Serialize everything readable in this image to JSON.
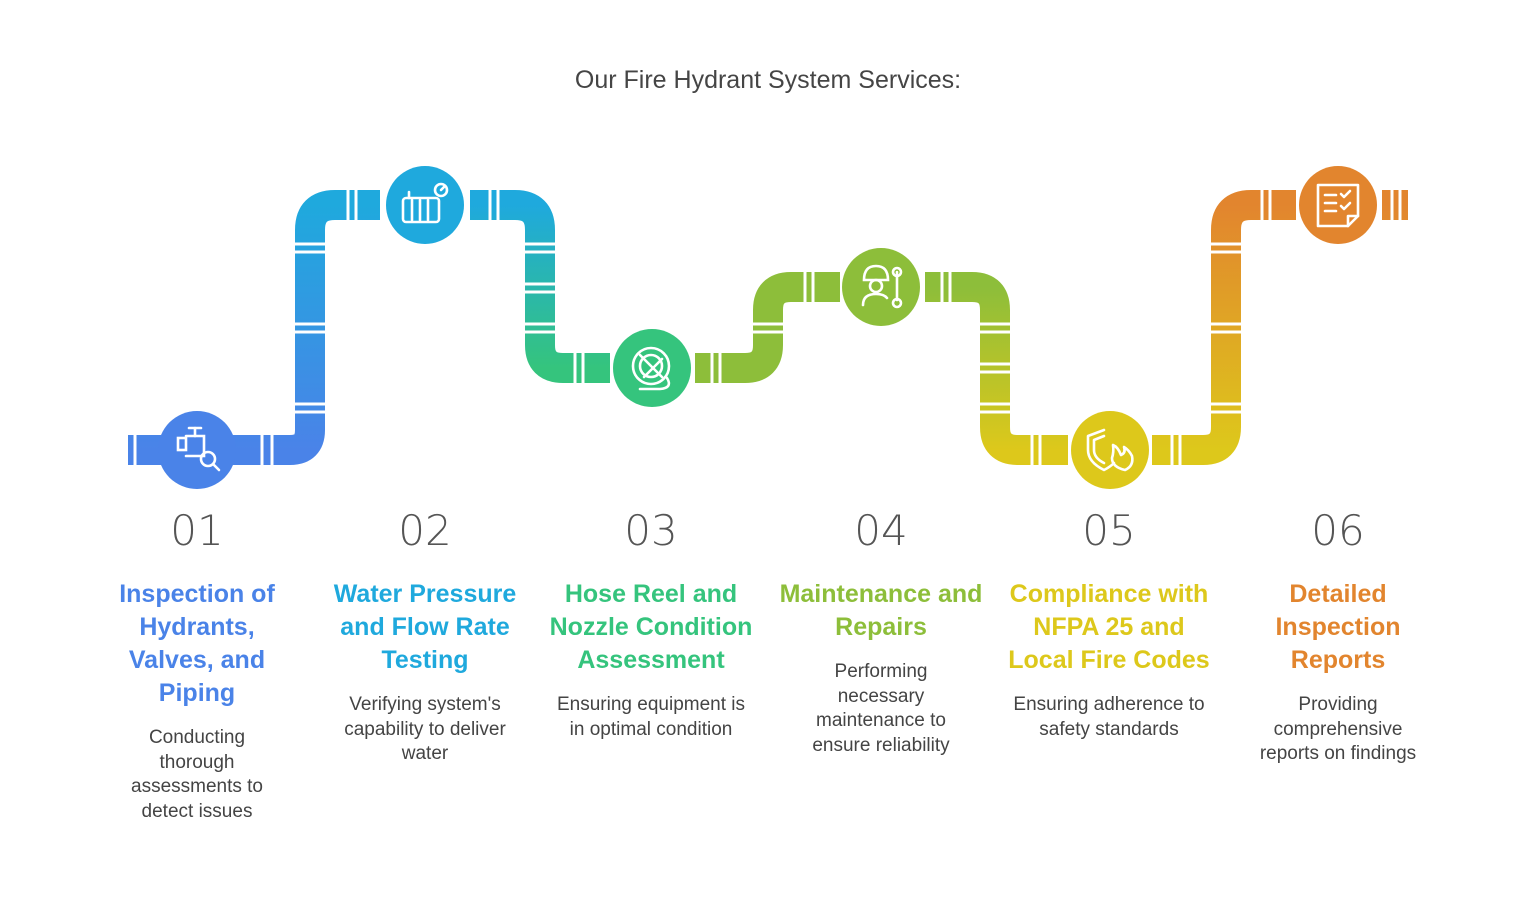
{
  "title": "Our Fire Hydrant System Services:",
  "steps": [
    {
      "number": "01",
      "heading": "Inspection of Hydrants, Valves, and Piping",
      "description": "Conducting thorough assessments to detect issues",
      "color": "#4A83E8",
      "icon": "hydrant-valve-magnifier-icon"
    },
    {
      "number": "02",
      "heading": "Water Pressure and Flow Rate Testing",
      "description": "Verifying system's capability to deliver water",
      "color": "#1FA9DD",
      "icon": "pressure-gauge-tank-icon"
    },
    {
      "number": "03",
      "heading": "Hose Reel and Nozzle Condition Assessment",
      "description": "Ensuring equipment is in optimal condition",
      "color": "#35C47D",
      "icon": "hose-reel-icon"
    },
    {
      "number": "04",
      "heading": "Maintenance and Repairs",
      "description": "Performing necessary maintenance to ensure reliability",
      "color": "#8DBE3A",
      "icon": "worker-wrench-icon"
    },
    {
      "number": "05",
      "heading": "Compliance with NFPA 25 and Local Fire Codes",
      "description": "Ensuring adherence to safety standards",
      "color": "#DDC81B",
      "icon": "shield-flame-icon"
    },
    {
      "number": "06",
      "heading": "Detailed Inspection Reports",
      "description": "Providing comprehensive reports on findings",
      "color": "#E2852E",
      "icon": "checklist-report-icon"
    }
  ]
}
